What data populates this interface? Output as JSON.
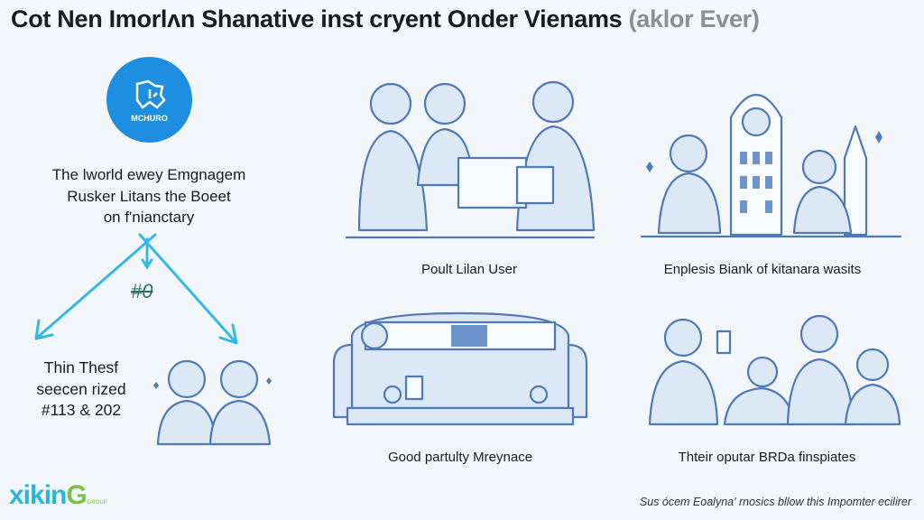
{
  "header": {
    "title": "Cot Nen Imorlʌn Shanative inst cryent Onder Vienams",
    "title_muted": "(aklor Ever)"
  },
  "badge": {
    "label": "MCHURO",
    "color": "#1e8fe0"
  },
  "intro": {
    "lines": [
      "The lworld ewey Emgnagem",
      "Rusker Litans the Boeet",
      "on f'nianctary"
    ]
  },
  "arrow_mark": "#0",
  "side_note": {
    "lines": [
      "Thin Thesf",
      "seecen rized",
      "#113 & 202"
    ]
  },
  "panels": [
    {
      "caption": "Poult Lilan User",
      "icon": "people-at-desk-icon"
    },
    {
      "caption": "Enplesis Biank of kitanara wasits",
      "icon": "people-city-building-icon"
    },
    {
      "caption": "Good partulty Mreynace",
      "icon": "sofa-icon"
    },
    {
      "caption": "Thteir oputar BRDa finspiates",
      "icon": "family-group-icon"
    }
  ],
  "logo": {
    "text": "xikin",
    "glyph": "G",
    "sub": "GROUP",
    "color": "#2bb6d8",
    "accent": "#7cc242"
  },
  "footer": {
    "text": "Sus ócem Eoalyna' rnosics bllow this Impomter ecilirer"
  },
  "colors": {
    "arrow": "#34b9e6",
    "line_art": "#4f79b8"
  }
}
